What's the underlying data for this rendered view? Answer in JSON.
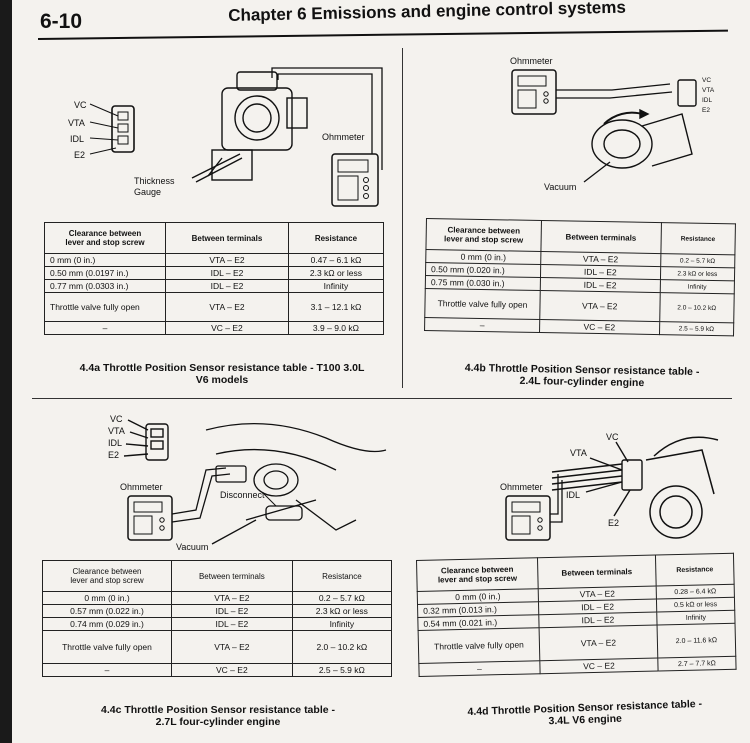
{
  "header": {
    "page_number": "6-10",
    "chapter_title": "Chapter 6  Emissions and engine control systems"
  },
  "labels": {
    "ohmmeter": "Ohmmeter",
    "thickness": "Thickness",
    "gauge": "Gauge",
    "vacuum": "Vacuum",
    "disconnect": "Disconnect",
    "vc": "VC",
    "vta": "VTA",
    "idl": "IDL",
    "e2": "E2"
  },
  "figures": {
    "fig_a": {
      "caption_line1": "4.4a  Throttle Position Sensor resistance table - T100 3.0L",
      "caption_line2": "V6 models",
      "headers": [
        "Clearance between",
        "lever and stop screw",
        "Between terminals",
        "Resistance"
      ],
      "rows": [
        [
          "0 mm (0 in.)",
          "VTA – E2",
          "0.47 – 6.1 kΩ"
        ],
        [
          "0.50 mm (0.0197 in.)",
          "IDL – E2",
          "2.3 kΩ or less"
        ],
        [
          "0.77 mm (0.0303 in.)",
          "IDL – E2",
          "Infinity"
        ],
        [
          "Throttle valve fully open",
          "VTA – E2",
          "3.1 – 12.1 kΩ"
        ],
        [
          "–",
          "VC – E2",
          "3.9 – 9.0 kΩ"
        ]
      ]
    },
    "fig_b": {
      "caption_line1": "4.4b  Throttle Position Sensor resistance table -",
      "caption_line2": "2.4L four-cylinder engine",
      "headers": [
        "Clearance between",
        "lever and stop screw",
        "Between terminals",
        "Resistance"
      ],
      "rows": [
        [
          "0 mm (0 in.)",
          "VTA – E2",
          "0.2 – 5.7 kΩ"
        ],
        [
          "0.50 mm (0.020 in.)",
          "IDL – E2",
          "2.3 kΩ or less"
        ],
        [
          "0.75 mm (0.030 in.)",
          "IDL – E2",
          "Infinity"
        ],
        [
          "Throttle valve fully open",
          "VTA – E2",
          "2.0 – 10.2 kΩ"
        ],
        [
          "–",
          "VC – E2",
          "2.5 – 5.9 kΩ"
        ]
      ]
    },
    "fig_c": {
      "caption_line1": "4.4c  Throttle Position Sensor resistance table -",
      "caption_line2": "2.7L four-cylinder engine",
      "headers": [
        "Clearance between",
        "lever and stop screw",
        "Between terminals",
        "Resistance"
      ],
      "rows": [
        [
          "0 mm (0 in.)",
          "VTA – E2",
          "0.2 – 5.7 kΩ"
        ],
        [
          "0.57 mm (0.022 in.)",
          "IDL – E2",
          "2.3 kΩ or less"
        ],
        [
          "0.74 mm (0.029 in.)",
          "IDL – E2",
          "Infinity"
        ],
        [
          "Throttle valve fully open",
          "VTA – E2",
          "2.0 – 10.2 kΩ"
        ],
        [
          "–",
          "VC – E2",
          "2.5 – 5.9 kΩ"
        ]
      ]
    },
    "fig_d": {
      "caption_line1": "4.4d  Throttle Position Sensor resistance table -",
      "caption_line2": "3.4L V6 engine",
      "headers": [
        "Clearance between",
        "lever and stop screw",
        "Between terminals",
        "Resistance"
      ],
      "rows": [
        [
          "0 mm (0 in.)",
          "VTA – E2",
          "0.28 – 6.4 kΩ"
        ],
        [
          "0.32 mm (0.013 in.)",
          "IDL – E2",
          "0.5 kΩ or less"
        ],
        [
          "0.54 mm (0.021 in.)",
          "IDL – E2",
          "Infinity"
        ],
        [
          "Throttle valve fully open",
          "VTA – E2",
          "2.0 – 11.6 kΩ"
        ],
        [
          "–",
          "VC – E2",
          "2.7 – 7.7 kΩ"
        ]
      ]
    }
  }
}
